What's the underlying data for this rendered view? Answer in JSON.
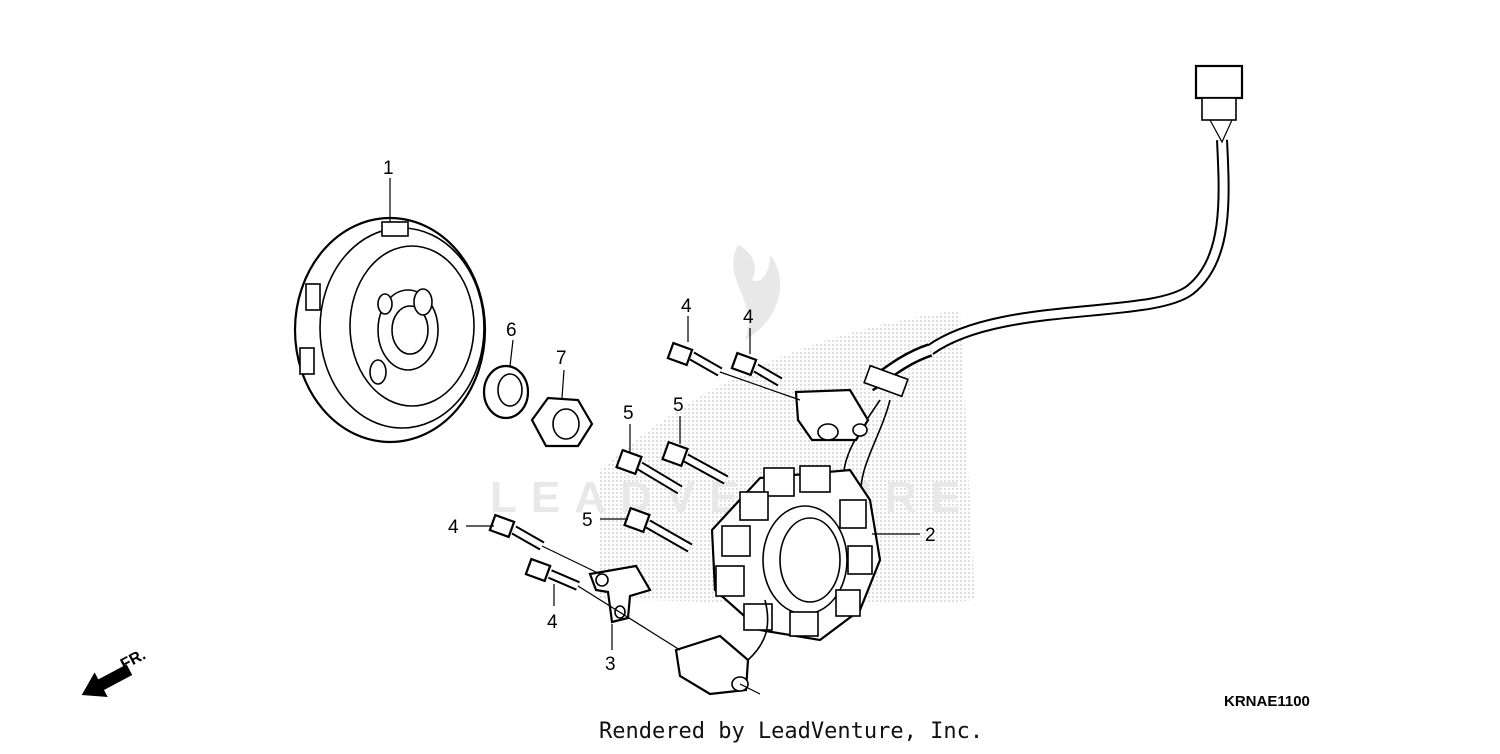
{
  "diagram": {
    "watermark": "LEADVENTURE",
    "diagram_code": "KRNAE1100",
    "rendered_by": "Rendered by LeadVenture, Inc.",
    "direction_label": "FR.",
    "callouts": {
      "flywheel": "1",
      "stator": "2",
      "clamp": "3",
      "bolt_a": "4",
      "bolt_b": "4",
      "bolt_c": "4",
      "bolt_d": "4",
      "bolt_e": "5",
      "bolt_f": "5",
      "bolt_g": "5",
      "washer": "6",
      "nut": "7"
    },
    "colors": {
      "ink": "#000000",
      "watermark": "#e8e8e8"
    }
  }
}
